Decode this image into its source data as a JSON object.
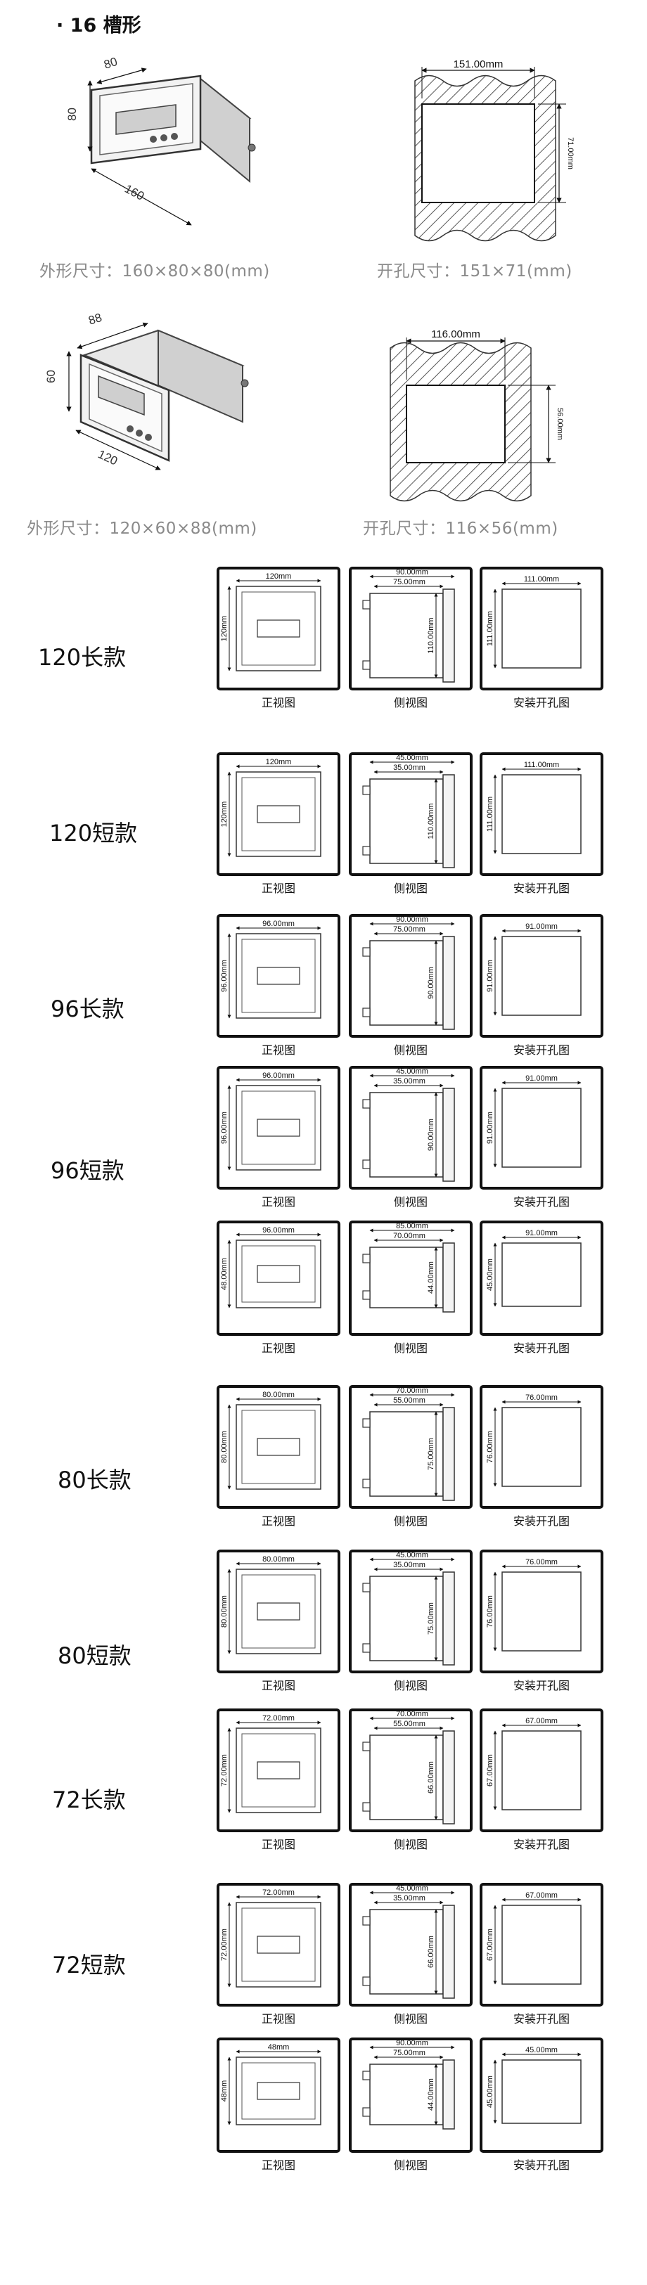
{
  "section": {
    "bullet": "·",
    "title": "16 槽形"
  },
  "top_shapes": [
    {
      "iso": {
        "w": "160",
        "h": "80",
        "d": "80"
      },
      "cutout": {
        "w": "151.00mm",
        "h": "71.00mm"
      },
      "outer_caption": "外形尺寸：160×80×80(mm)",
      "cutout_caption": "开孔尺寸：151×71(mm)"
    },
    {
      "iso": {
        "w": "120",
        "h": "60",
        "d": "88"
      },
      "cutout": {
        "w": "116.00mm",
        "h": "56.00mm"
      },
      "outer_caption": "外形尺寸：120×60×88(mm)",
      "cutout_caption": "开孔尺寸：116×56(mm)"
    }
  ],
  "view_captions": {
    "front": "正视图",
    "side": "侧视图",
    "cutout": "安装开孔图"
  },
  "models": [
    {
      "label": "120长款",
      "front": {
        "w": "120mm",
        "h": "120mm"
      },
      "side": {
        "outer": "90.00mm",
        "inner": "75.00mm",
        "h": "110.00mm"
      },
      "cutout": {
        "w": "111.00mm",
        "h": "111.00mm"
      }
    },
    {
      "label": "120短款",
      "front": {
        "w": "120mm",
        "h": "120mm"
      },
      "side": {
        "outer": "45.00mm",
        "inner": "35.00mm",
        "h": "110.00mm"
      },
      "cutout": {
        "w": "111.00mm",
        "h": "111.00mm"
      }
    },
    {
      "label": "96长款",
      "front": {
        "w": "96.00mm",
        "h": "96.00mm"
      },
      "side": {
        "outer": "90.00mm",
        "inner": "75.00mm",
        "h": "90.00mm"
      },
      "cutout": {
        "w": "91.00mm",
        "h": "91.00mm"
      }
    },
    {
      "label": "96短款",
      "front": {
        "w": "96.00mm",
        "h": "96.00mm"
      },
      "side": {
        "outer": "45.00mm",
        "inner": "35.00mm",
        "h": "90.00mm"
      },
      "cutout": {
        "w": "91.00mm",
        "h": "91.00mm"
      }
    },
    {
      "label": "",
      "front": {
        "w": "96.00mm",
        "h": "48.00mm"
      },
      "side": {
        "outer": "85.00mm",
        "inner": "70.00mm",
        "h": "44.00mm"
      },
      "cutout": {
        "w": "91.00mm",
        "h": "45.00mm"
      }
    },
    {
      "label": "80长款",
      "front": {
        "w": "80.00mm",
        "h": "80.00mm"
      },
      "side": {
        "outer": "70.00mm",
        "inner": "55.00mm",
        "h": "75.00mm"
      },
      "cutout": {
        "w": "76.00mm",
        "h": "76.00mm"
      }
    },
    {
      "label": "80短款",
      "front": {
        "w": "80.00mm",
        "h": "80.00mm"
      },
      "side": {
        "outer": "45.00mm",
        "inner": "35.00mm",
        "h": "75.00mm"
      },
      "cutout": {
        "w": "76.00mm",
        "h": "76.00mm"
      }
    },
    {
      "label": "72长款",
      "front": {
        "w": "72.00mm",
        "h": "72.00mm"
      },
      "side": {
        "outer": "70.00mm",
        "inner": "55.00mm",
        "h": "66.00mm"
      },
      "cutout": {
        "w": "67.00mm",
        "h": "67.00mm"
      }
    },
    {
      "label": "72短款",
      "front": {
        "w": "72.00mm",
        "h": "72.00mm"
      },
      "side": {
        "outer": "45.00mm",
        "inner": "35.00mm",
        "h": "66.00mm"
      },
      "cutout": {
        "w": "67.00mm",
        "h": "67.00mm"
      }
    },
    {
      "label": "",
      "front": {
        "w": "48mm",
        "h": "48mm"
      },
      "side": {
        "outer": "90.00mm",
        "inner": "75.00mm",
        "h": "44.00mm"
      },
      "cutout": {
        "w": "45.00mm",
        "h": "45.00mm"
      }
    }
  ]
}
